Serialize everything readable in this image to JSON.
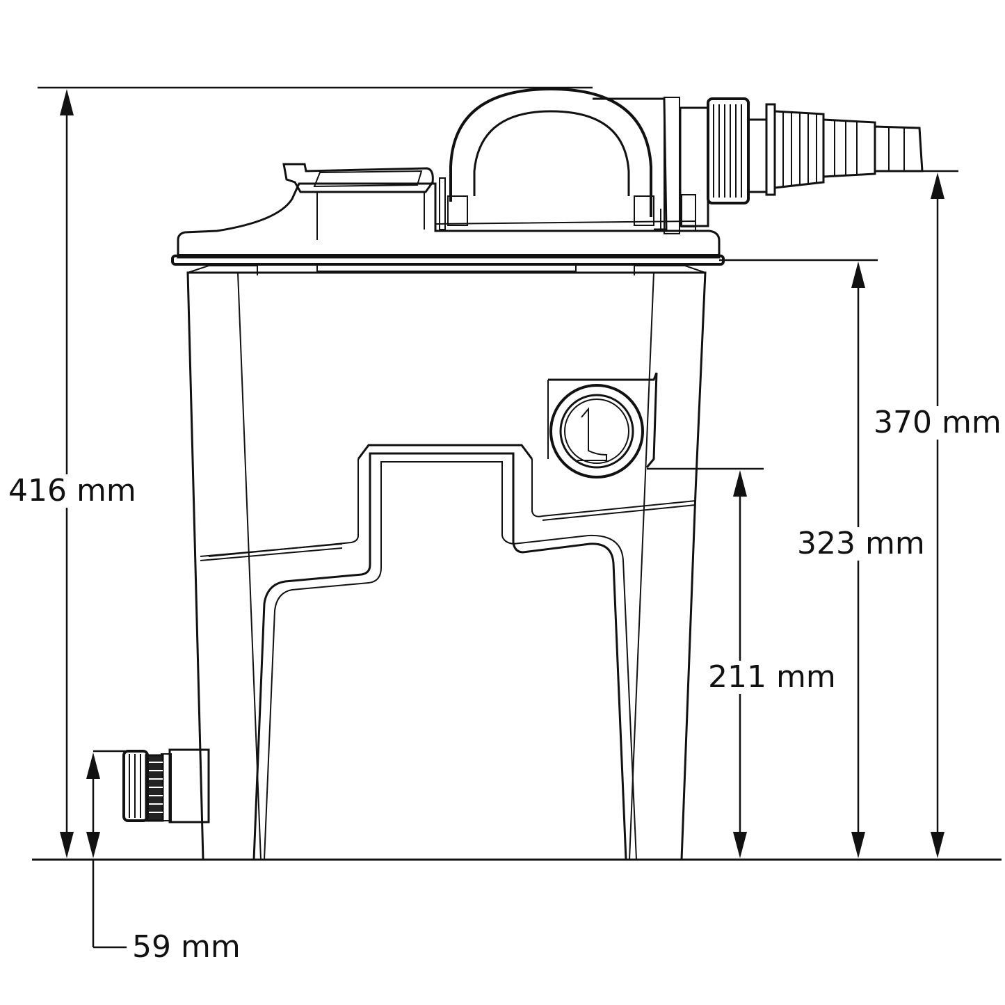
{
  "dimensions": {
    "overall_height": "416 mm",
    "outlet_height": "370 mm",
    "lid_height": "323 mm",
    "side_inlet_height": "211 mm",
    "bottom_outlet_height": "59 mm"
  }
}
